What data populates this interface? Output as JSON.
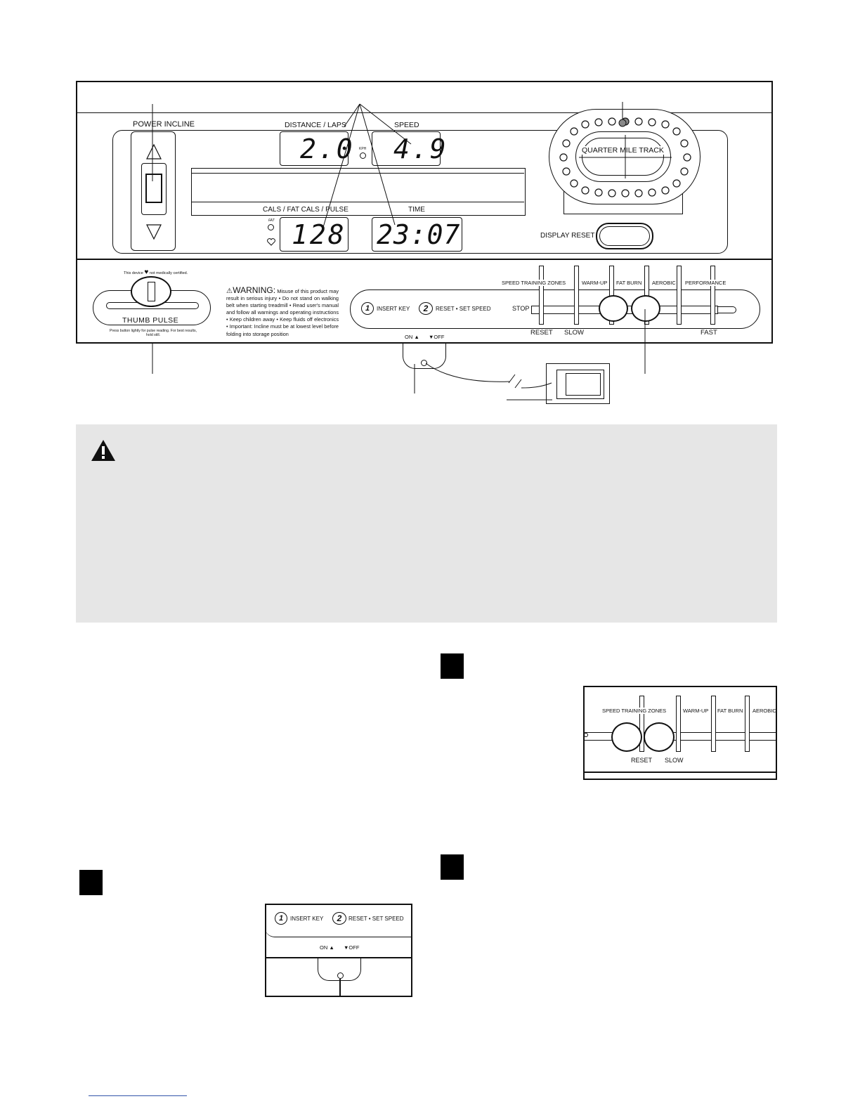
{
  "console": {
    "power_incline_label": "POWER INCLINE",
    "distance_label": "DISTANCE / LAPS",
    "speed_label": "SPEED",
    "distance_value": "2.0",
    "speed_value": "4.9",
    "kph_label": "KPH",
    "cals_label": "CALS / FAT CALS / PULSE",
    "time_label": "TIME",
    "cals_value": "128",
    "time_value": "23:07",
    "fat_label": "FAT",
    "track_label": "QUARTER MILE TRACK",
    "display_reset_label": "DISPLAY RESET",
    "pulse_note": "This device",
    "pulse_note_rest": "not medically certified.",
    "thumb_pulse_label": "THUMB PULSE",
    "pulse_instructions": "Press button lightly for pulse reading. For best results, hold still.",
    "warning_title": "WARNING:",
    "warning_text": "Misuse of this product may result in serious injury • Do not stand on walking belt when starting treadmill • Read user's manual and follow all warnings and operating instructions • Keep children away • Keep fluids off electronics • Important: Incline must be at lowest level before folding into storage position",
    "step1_label": "INSERT KEY",
    "step2_label": "RESET • SET SPEED",
    "step1_num": "1",
    "step2_num": "2",
    "zones_label": "SPEED TRAINING ZONES",
    "zones": [
      "WARM-UP",
      "FAT BURN",
      "AEROBIC",
      "PERFORMANCE"
    ],
    "stop_label": "STOP",
    "reset_label": "RESET",
    "slow_label": "SLOW",
    "fast_label": "FAST",
    "on_label": "ON ▲",
    "off_label": "▼OFF"
  },
  "inset_zones": {
    "zones_label": "SPEED TRAINING ZONES",
    "zones": [
      "WARM-UP",
      "FAT BURN",
      "AEROBIC"
    ],
    "reset_label": "RESET",
    "slow_label": "SLOW"
  },
  "inset_key": {
    "step1_num": "1",
    "step1_label": "INSERT KEY",
    "step2_num": "2",
    "step2_label": "RESET • SET SPEED",
    "on_label": "ON ▲",
    "off_label": "▼OFF"
  },
  "warning_icon": "warning-triangle-icon"
}
